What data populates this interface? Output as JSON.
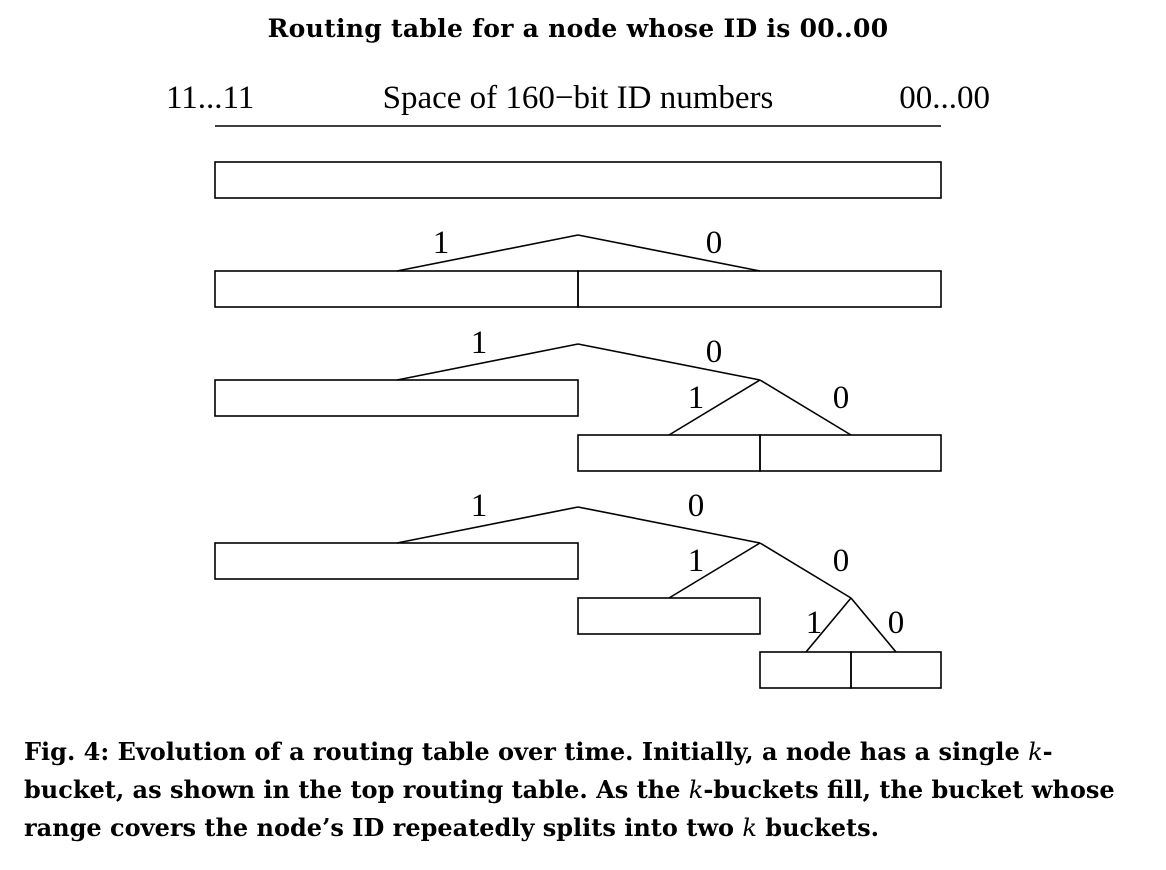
{
  "title": "Routing table for a node whose ID is 00..00",
  "axis": {
    "left_label": "11...11",
    "center_label": "Space of 160−bit ID numbers",
    "right_label": "00...00"
  },
  "branch_labels": {
    "one": "1",
    "zero": "0"
  },
  "caption": {
    "lead": "Fig. 4: Evolution of a routing table over time. Initially, a node has a single",
    "k1": "k",
    "part2": "-bucket, as shown in the top routing table. As the",
    "k2": "k",
    "part3": "-buckets fill, the bucket whose range covers the node’s ID repeatedly splits into two",
    "k3": "k",
    "part4": "buckets."
  },
  "colors": {
    "stroke": "#000000",
    "background": "#ffffff"
  }
}
